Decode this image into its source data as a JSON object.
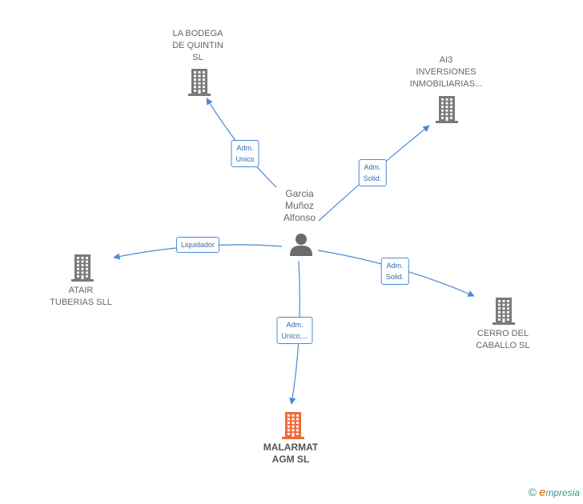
{
  "colors": {
    "edge": "#4a8ad6",
    "building": "#7a7a7a",
    "focus_building": "#f06b3a",
    "person": "#6b6b6b"
  },
  "center": {
    "name_lines": [
      "Garcia",
      "Muñoz",
      "Alfonso"
    ],
    "icon": "person-icon"
  },
  "companies": [
    {
      "id": "bodega",
      "lines": [
        "LA BODEGA",
        "DE QUINTIN",
        "SL"
      ],
      "icon": "building-icon",
      "focus": false
    },
    {
      "id": "ai3",
      "lines": [
        "AI3",
        "INVERSIONES",
        "INMOBILIARIAS..."
      ],
      "icon": "building-icon",
      "focus": false
    },
    {
      "id": "atair",
      "lines": [
        "ATAIR",
        "TUBERIAS SLL"
      ],
      "icon": "building-icon",
      "focus": false
    },
    {
      "id": "cerro",
      "lines": [
        "CERRO DEL",
        "CABALLO  SL"
      ],
      "icon": "building-icon",
      "focus": false
    },
    {
      "id": "malarmat",
      "lines": [
        "MALARMAT",
        "AGM  SL"
      ],
      "icon": "building-icon",
      "focus": true
    }
  ],
  "relations": [
    {
      "to": "bodega",
      "lines": [
        "Adm.",
        "Unico"
      ]
    },
    {
      "to": "ai3",
      "lines": [
        "Adm.",
        "Solid."
      ]
    },
    {
      "to": "atair",
      "lines": [
        "Liquidador"
      ]
    },
    {
      "to": "cerro",
      "lines": [
        "Adm.",
        "Solid."
      ]
    },
    {
      "to": "malarmat",
      "lines": [
        "Adm.",
        "Unico,..."
      ]
    }
  ],
  "footer": {
    "copyright": "©",
    "brand_initial": "e",
    "brand_rest": "mpresia"
  }
}
